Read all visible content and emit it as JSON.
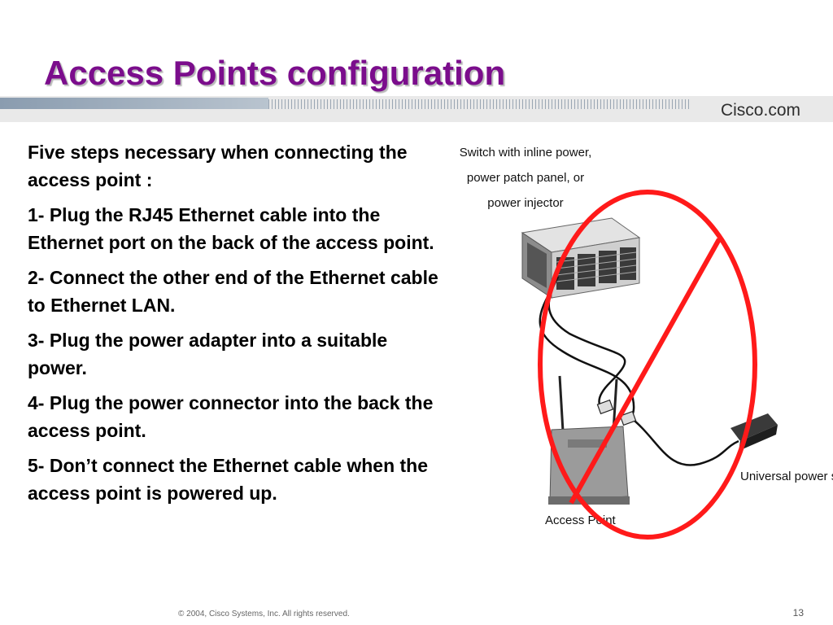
{
  "slide": {
    "title": "Access Points configuration",
    "brand": "Cisco.com",
    "footer": "© 2004, Cisco Systems, Inc. All rights reserved.",
    "page_number": "13"
  },
  "steps": [
    "Five steps necessary when connecting the access point :",
    "1- Plug the RJ45 Ethernet cable into the Ethernet port on the back of the access point.",
    "2- Connect the other end of the Ethernet cable to Ethernet LAN.",
    "3- Plug the power adapter into a suitable power.",
    "4- Plug the power connector into the back the access point.",
    "5- Don’t connect the Ethernet cable when the access point is powered up."
  ],
  "diagram": {
    "switch_label": [
      "Switch with inline power,",
      "power patch panel, or",
      "power injector"
    ],
    "ap_label": "Access Point",
    "psu_label": "Universal power sup",
    "prohibited_color": "#ff1a1a"
  }
}
